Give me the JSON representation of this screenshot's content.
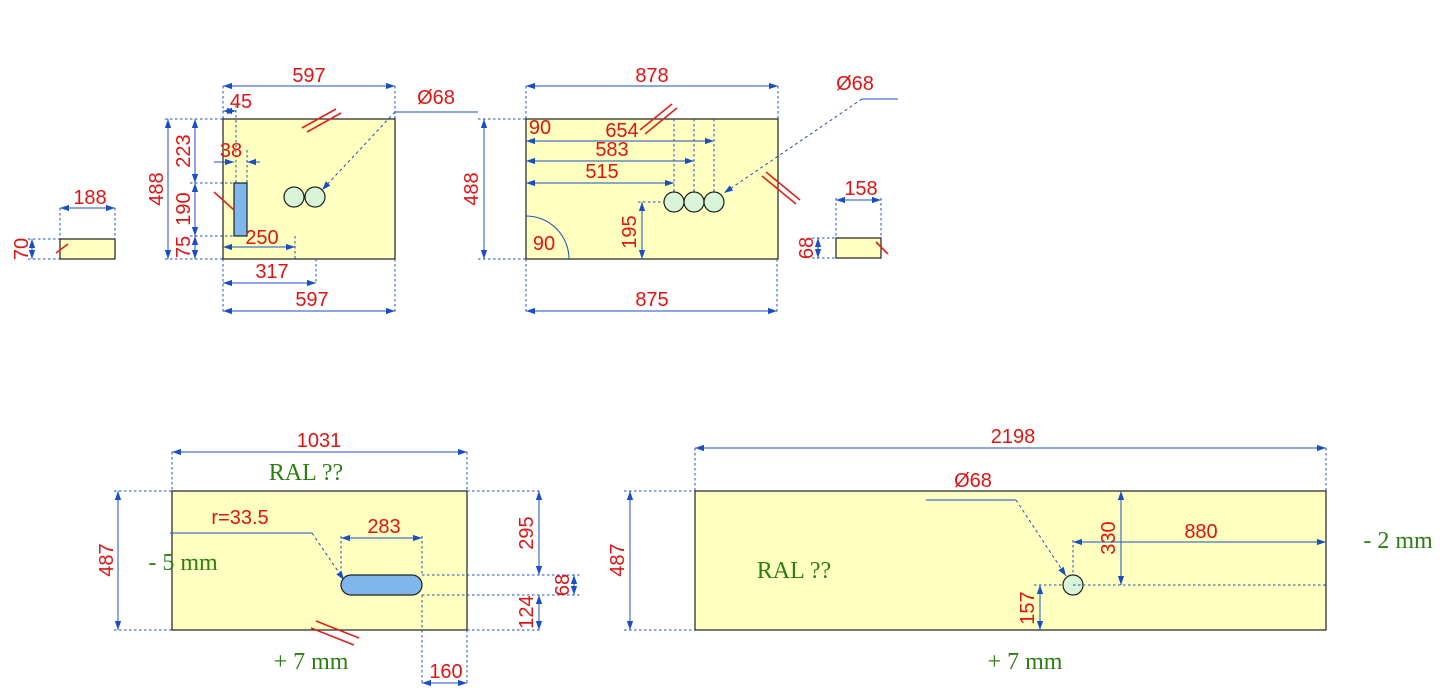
{
  "diagram": {
    "dimensions": {
      "p1_width_top": "597",
      "p1_offset_45": "45",
      "p1_diameter": "Ø68",
      "p1_height_223": "223",
      "p1_height_488": "488",
      "p1_slot_38": "38",
      "p1_height_190": "190",
      "p1_height_75": "75",
      "p1_offset_250": "250",
      "p1_offset_317": "317",
      "p1_width_bottom": "597",
      "s1_width": "188",
      "s1_height": "70",
      "p2_width_top": "878",
      "p2_diameter": "Ø68",
      "p2_offset_90": "90",
      "p2_offset_654": "654",
      "p2_offset_583": "583",
      "p2_offset_515": "515",
      "p2_height_488": "488",
      "p2_height_195": "195",
      "p2_angle_90": "90",
      "p2_width_bottom": "875",
      "s2_width": "158",
      "s2_height": "68",
      "p3_width": "1031",
      "p3_radius": "r=33.5",
      "p3_slot_len": "283",
      "p3_height_487": "487",
      "p3_height_295": "295",
      "p3_slot_height": "68",
      "p3_height_124": "124",
      "p3_offset_160": "160",
      "p4_width": "2198",
      "p4_diameter": "Ø68",
      "p4_height_487": "487",
      "p4_height_330": "330",
      "p4_offset_880": "880",
      "p4_height_157": "157"
    },
    "notes": {
      "p3_ral": "RAL ??",
      "p3_left_adjust": "- 5 mm",
      "p3_bottom_adjust": "+ 7 mm",
      "p4_ral": "RAL ??",
      "p4_right_adjust": "- 2 mm",
      "p4_bottom_adjust": "+ 7 mm"
    }
  }
}
